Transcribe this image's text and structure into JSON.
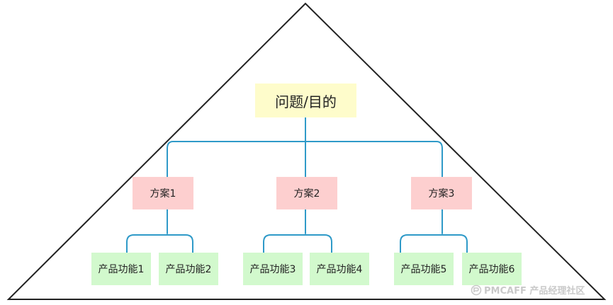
{
  "root": {
    "label": "问题/目的"
  },
  "schemes": [
    {
      "label": "方案1"
    },
    {
      "label": "方案2"
    },
    {
      "label": "方案3"
    }
  ],
  "features": [
    {
      "label": "产品功能1"
    },
    {
      "label": "产品功能2"
    },
    {
      "label": "产品功能3"
    },
    {
      "label": "产品功能4"
    },
    {
      "label": "产品功能5"
    },
    {
      "label": "产品功能6"
    }
  ],
  "watermark": {
    "text": "PMCAFF 产品经理社区"
  },
  "colors": {
    "root_fill": "#fefccb",
    "scheme_fill": "#fdcfcf",
    "feature_fill": "#d2f9cd",
    "connector": "#2f9ac8",
    "triangle_stroke": "#222222"
  }
}
